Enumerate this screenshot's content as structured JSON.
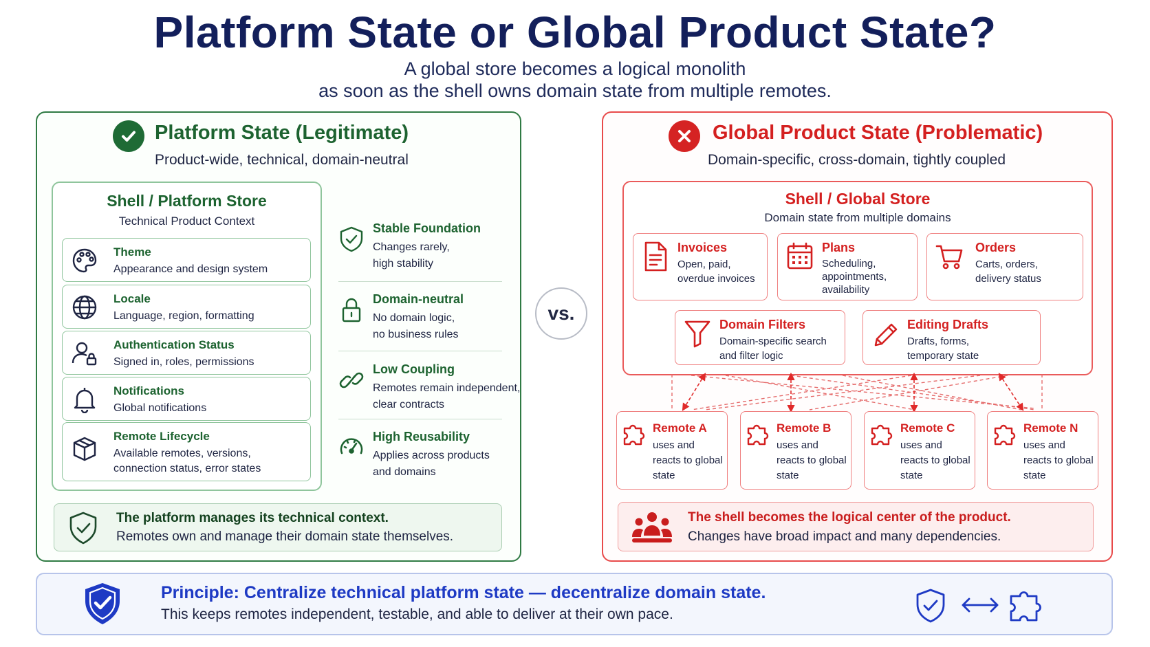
{
  "header": {
    "title": "Platform State or Global Product State?",
    "subtitle_line1": "A global store becomes a logical monolith",
    "subtitle_line2": "as soon as the shell owns domain state from multiple remotes."
  },
  "left": {
    "title": "Platform State (Legitimate)",
    "subtitle": "Product-wide, technical, domain-neutral",
    "store": {
      "title": "Shell / Platform Store",
      "subtitle": "Technical Product Context",
      "items": [
        {
          "icon": "palette-icon",
          "title": "Theme",
          "desc1": "Appearance and design system",
          "desc2": ""
        },
        {
          "icon": "globe-icon",
          "title": "Locale",
          "desc1": "Language, region, formatting",
          "desc2": ""
        },
        {
          "icon": "user-lock-icon",
          "title": "Authentication Status",
          "desc1": "Signed in, roles, permissions",
          "desc2": ""
        },
        {
          "icon": "bell-icon",
          "title": "Notifications",
          "desc1": "Global notifications",
          "desc2": ""
        },
        {
          "icon": "box-icon",
          "title": "Remote Lifecycle",
          "desc1": "Available remotes, versions,",
          "desc2": "connection status, error states"
        }
      ]
    },
    "properties": [
      {
        "icon": "shield-check-icon",
        "title": "Stable Foundation",
        "desc1": "Changes rarely,",
        "desc2": "high stability"
      },
      {
        "icon": "lock-icon",
        "title": "Domain-neutral",
        "desc1": "No domain logic,",
        "desc2": "no business rules"
      },
      {
        "icon": "link-icon",
        "title": "Low Coupling",
        "desc1": "Remotes remain independent,",
        "desc2": "clear contracts"
      },
      {
        "icon": "gauge-icon",
        "title": "High Reusability",
        "desc1": "Applies across products",
        "desc2": "and domains"
      }
    ],
    "note": {
      "title": "The platform manages its technical context.",
      "desc": "Remotes own and manage their domain state themselves."
    }
  },
  "vs": "vs.",
  "right": {
    "title": "Global Product State (Problematic)",
    "subtitle": "Domain-specific, cross-domain, tightly coupled",
    "store": {
      "title": "Shell / Global Store",
      "subtitle": "Domain state from multiple domains",
      "items": [
        {
          "icon": "document-icon",
          "title": "Invoices",
          "desc": [
            "Open, paid,",
            "overdue invoices"
          ]
        },
        {
          "icon": "calendar-icon",
          "title": "Plans",
          "desc": [
            "Scheduling,",
            "appointments,",
            "availability"
          ]
        },
        {
          "icon": "cart-icon",
          "title": "Orders",
          "desc": [
            "Carts, orders,",
            "delivery status"
          ]
        },
        {
          "icon": "filter-icon",
          "title": "Domain Filters",
          "desc": [
            "Domain-specific search",
            "and filter logic"
          ]
        },
        {
          "icon": "pencil-icon",
          "title": "Editing Drafts",
          "desc": [
            "Drafts, forms,",
            "temporary state"
          ]
        }
      ]
    },
    "remotes": [
      {
        "title": "Remote A",
        "desc": "uses and reacts to global state"
      },
      {
        "title": "Remote B",
        "desc": "uses and reacts to global state"
      },
      {
        "title": "Remote C",
        "desc": "uses and reacts to global state"
      },
      {
        "title": "Remote N",
        "desc": "uses and reacts to global state"
      }
    ],
    "note": {
      "title": "The shell becomes the logical center of the product.",
      "desc": "Changes have broad impact and many dependencies."
    }
  },
  "principle": {
    "title": "Principle: Centralize technical platform state — decentralize domain state.",
    "desc": "This keeps remotes independent, testable, and able to deliver at their own pace."
  },
  "colors": {
    "green": "#1d6330",
    "red": "#d42020",
    "navy": "#131f5b",
    "blue": "#1e3ac4"
  }
}
